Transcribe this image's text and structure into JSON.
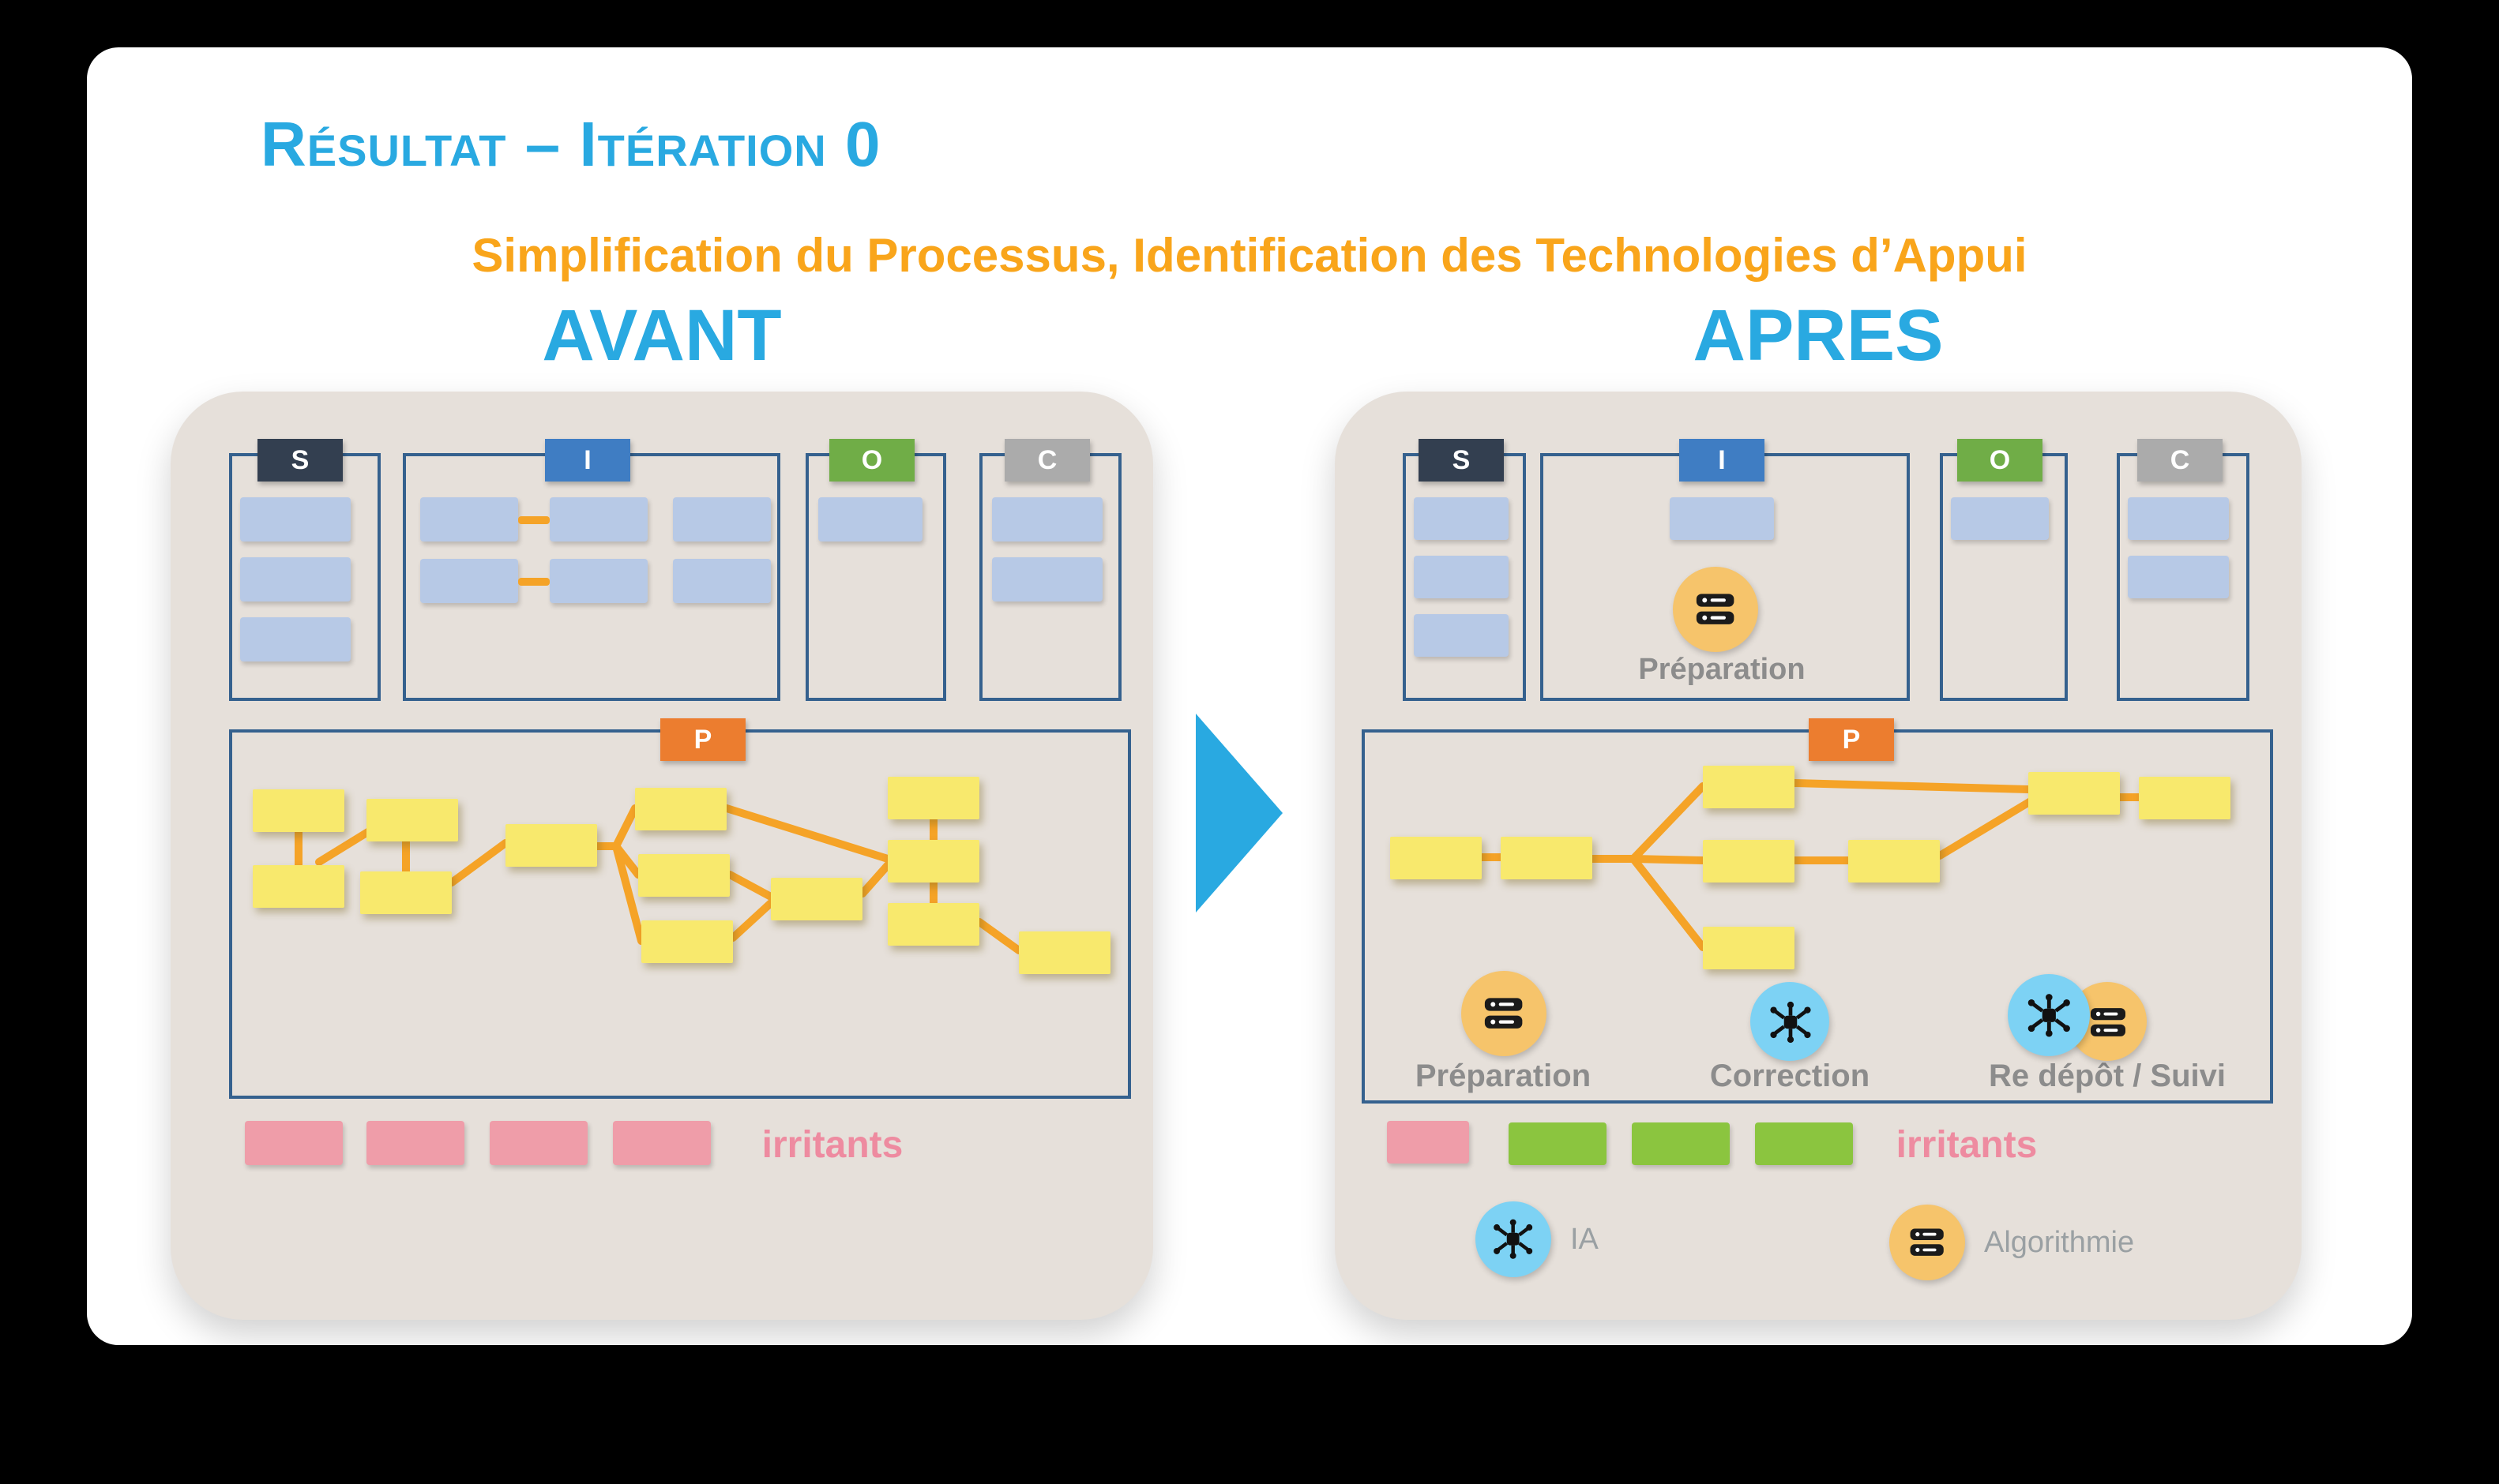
{
  "slide": {
    "title": "Résultat – Itération 0",
    "subtitle": "Simplification du Processus, Identification des Technologies d’Appui",
    "before_label": "AVANT",
    "after_label": "APRES"
  },
  "sipoc": {
    "s": "S",
    "i": "I",
    "o": "O",
    "c": "C",
    "p": "P"
  },
  "before": {
    "irritants_label": "irritants"
  },
  "after": {
    "input_icon_label": "Préparation",
    "process_icons": [
      {
        "label": "Préparation",
        "icon": "algorithm"
      },
      {
        "label": "Correction",
        "icon": "ai"
      },
      {
        "label": "Re dépôt / Suivi",
        "icon": "ai-algorithm"
      }
    ],
    "irritants_label": "irritants",
    "legend": [
      {
        "label": "IA",
        "icon": "ai"
      },
      {
        "label": "Algorithmie",
        "icon": "algorithm"
      }
    ]
  },
  "colors": {
    "title-blue": "#29a9e1",
    "accent-orange": "#f9a51b",
    "panel-beige": "#e6e0da",
    "item-blue": "#b7c9e6",
    "container-border": "#35618e",
    "s-dark": "#333f50",
    "i-blue": "#3f7dc3",
    "o-green": "#70ad47",
    "c-gray": "#ababab",
    "p-orange": "#ec7d2f",
    "note-yellow": "#f8e96d",
    "connector-orange": "#f5a327",
    "pink": "#ef9da9",
    "pink-text": "#ee8ba0",
    "green": "#8bc53f",
    "ai-blue": "#7dd2f4",
    "algo-orange": "#f6c46b",
    "label-gray": "#8c8c8c",
    "legend-gray": "#9aa0a3"
  }
}
